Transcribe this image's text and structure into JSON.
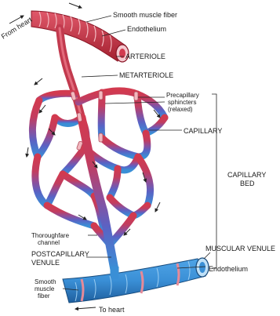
{
  "labels": {
    "from_heart": "From heart",
    "smooth_muscle_fiber": "Smooth muscle fiber",
    "endothelium_top": "Endothelium",
    "arteriole": "ARTERIOLE",
    "metarteriole": "METARTERIOLE",
    "precapillary_line1": "Precapillary",
    "precapillary_line2": "sphincters",
    "precapillary_line3": "(relaxed)",
    "capillary": "CAPILLARY",
    "capillary_bed_line1": "CAPILLARY",
    "capillary_bed_line2": "BED",
    "thoroughfare_line1": "Thoroughfare",
    "thoroughfare_line2": "channel",
    "postcapillary_line1": "POSTCAPILLARY",
    "postcapillary_line2": "VENULE",
    "muscular_venule": "MUSCULAR VENULE",
    "endothelium_bottom": "Endothelium",
    "smooth_muscle_bottom_1": "Smooth",
    "smooth_muscle_bottom_2": "muscle",
    "smooth_muscle_bottom_3": "fiber",
    "to_heart": "To heart"
  },
  "colors": {
    "arterial": "#d23a4f",
    "arterial_dark": "#a3202f",
    "transition": "#9a4a86",
    "venous_mid": "#5a5fc0",
    "venous": "#3a8fd6",
    "venous_dark": "#1f5f9e",
    "sphincter": "#f2b8bf"
  }
}
